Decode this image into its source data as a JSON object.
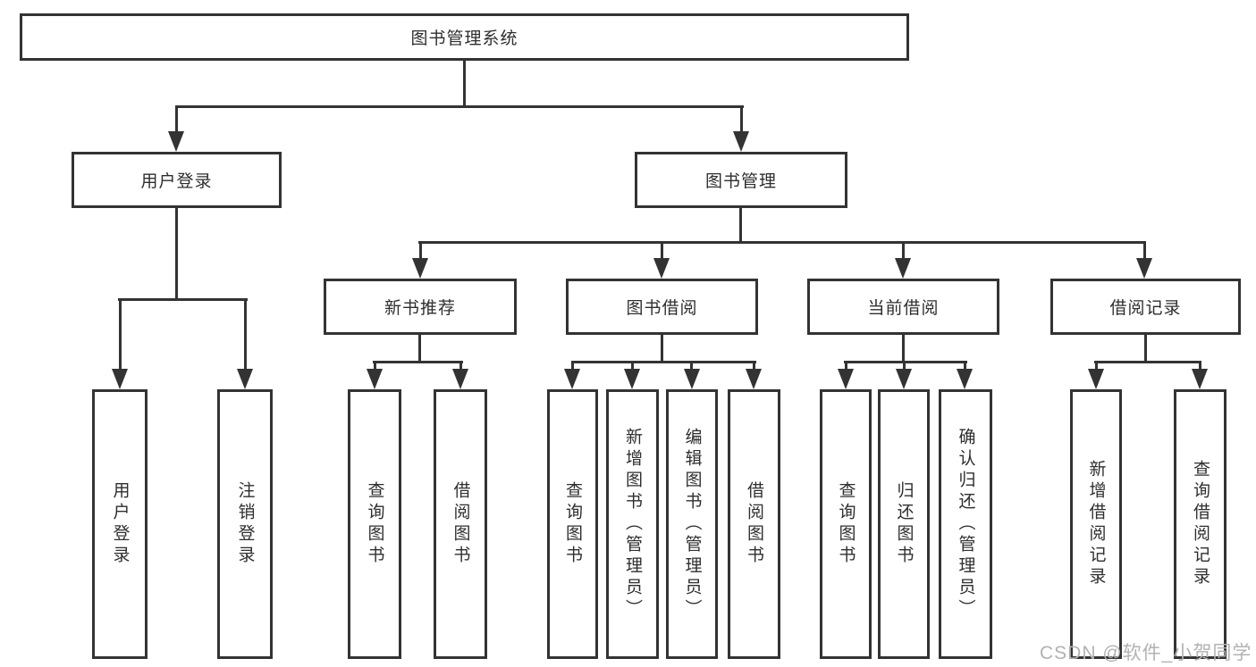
{
  "diagram_type": "hierarchy-tree",
  "colors": {
    "line": "#333333",
    "box_border": "#333333",
    "box_fill": "#ffffff",
    "text": "#2e2e2e",
    "watermark": "#b2b2b2"
  },
  "tree": {
    "label": "图书管理系统",
    "children": [
      {
        "label": "用户登录",
        "children": [
          {
            "label": "用户登录"
          },
          {
            "label": "注销登录"
          }
        ]
      },
      {
        "label": "图书管理",
        "children": [
          {
            "label": "新书推荐",
            "children": [
              {
                "label": "查询图书"
              },
              {
                "label": "借阅图书"
              }
            ]
          },
          {
            "label": "图书借阅",
            "children": [
              {
                "label": "查询图书"
              },
              {
                "label": "新增图书（管理员）"
              },
              {
                "label": "编辑图书（管理员）"
              },
              {
                "label": "借阅图书"
              }
            ]
          },
          {
            "label": "当前借阅",
            "children": [
              {
                "label": "查询图书"
              },
              {
                "label": "归还图书"
              },
              {
                "label": "确认归还（管理员）"
              }
            ]
          },
          {
            "label": "借阅记录",
            "children": [
              {
                "label": "新增借阅记录"
              },
              {
                "label": "查询借阅记录"
              }
            ]
          }
        ]
      }
    ]
  },
  "watermark": {
    "text": "CSDN @软件_小贺同学"
  }
}
